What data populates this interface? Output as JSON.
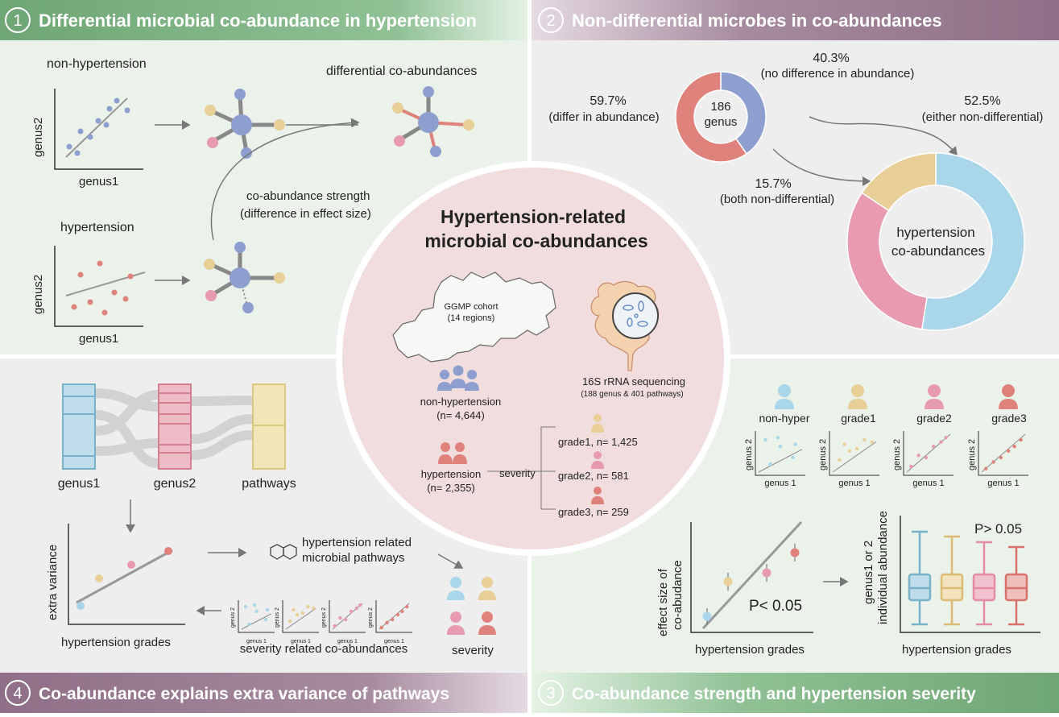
{
  "colors": {
    "blue": "#8e9fcf",
    "tan": "#e8cf98",
    "pink": "#e79ab0",
    "red": "#e0827c",
    "lightblue": "#a9d6e8",
    "teal": "#78b2c9"
  },
  "panel1": {
    "number": "1",
    "title": "Differential microbial co-abundance in hypertension",
    "nonhyp_label": "non-hypertension",
    "hyp_label": "hypertension",
    "x_label": "genus1",
    "y_label": "genus2",
    "diff_label": "differential co-abundances",
    "strength_line1": "co-abundance strength",
    "strength_line2": "(difference in effect size)"
  },
  "panel2": {
    "number": "2",
    "title": "Non-differential microbes in co-abundances",
    "pct_nodiff": "40.3%",
    "nodiff_label": "(no difference in abundance)",
    "pct_differ": "59.7%",
    "differ_label": "(differ in abundance)",
    "center_count": "186",
    "center_unit": "genus",
    "pct_either": "52.5%",
    "either_label": "(either non-differential)",
    "pct_both": "15.7%",
    "both_label": "(both non-differential)",
    "big_line1": "hypertension",
    "big_line2": "co-abundances",
    "donut_small": [
      59.7,
      40.3
    ],
    "donut_big": [
      52.5,
      31.8,
      15.7
    ]
  },
  "center": {
    "title1": "Hypertension-related",
    "title2": "microbial co-abundances",
    "cohort": "GGMP cohort",
    "regions": "(14 regions)",
    "seq": "16S rRNA sequencing",
    "seq_detail": "(188 genus & 401 pathways)",
    "nonhyp": "non-hypertension",
    "nonhyp_n": "(n= 4,644)",
    "hyp": "hypertension",
    "hyp_n": "(n= 2,355)",
    "severity": "severity",
    "grade1": "grade1, n= 1,425",
    "grade2": "grade2, n= 581",
    "grade3": "grade3, n= 259"
  },
  "panel3": {
    "number": "3",
    "title": "Co-abundance strength and hypertension severity",
    "groups": [
      "non-hyper",
      "grade1",
      "grade2",
      "grade3"
    ],
    "mini_x": "genus 1",
    "mini_y": "genus 2",
    "effect_line1": "effect size of",
    "effect_line2": "co-abudance",
    "grades_label": "hypertension grades",
    "p_low": "P< 0.05",
    "p_high": "P> 0.05",
    "abund_line1": "genus1 or 2",
    "abund_line2": "individual abundance"
  },
  "panel4": {
    "number": "4",
    "title": "Co-abundance explains extra variance of pathways",
    "genus1": "genus1",
    "genus2": "genus2",
    "pathways": "pathways",
    "extra_variance": "extra variance",
    "grades_label": "hypertension grades",
    "pathway_line1": "hypertension related",
    "pathway_line2": "microbial pathways",
    "severity_co": "severity related co-abundances",
    "severity": "severity",
    "mini_x": "genus 1",
    "mini_y": "genus 2"
  }
}
